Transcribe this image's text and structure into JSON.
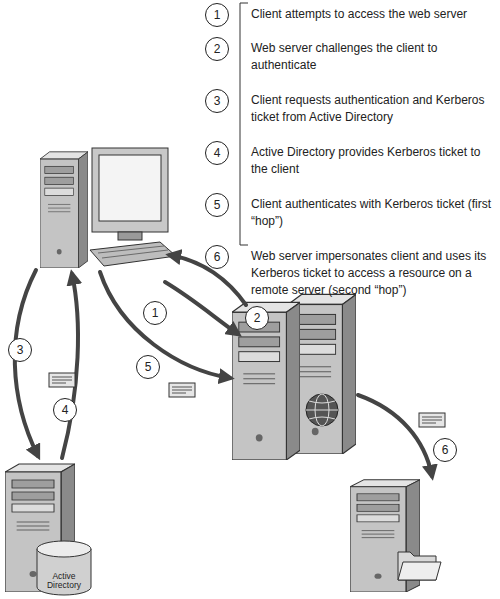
{
  "diagram": {
    "nodes": [
      {
        "text": [
          "1"
        ]
      },
      {
        "text": [
          "2"
        ]
      },
      {
        "text": [
          "3"
        ]
      },
      {
        "text": [
          "4"
        ]
      },
      {
        "text": [
          "5"
        ]
      },
      {
        "text": [
          "6"
        ]
      },
      {
        "text": [
          "1"
        ]
      },
      {
        "text": [
          "2"
        ]
      },
      {
        "text": [
          "3"
        ]
      },
      {
        "text": [
          "5"
        ]
      },
      {
        "text": [
          "4"
        ]
      },
      {
        "text": [
          "6"
        ]
      },
      {
        "text": [
          "Active Directory"
        ]
      }
    ],
    "labels": [
      "Client attempts to access the web server",
      "Web server challenges the client to authenticate",
      "Client requests authentication and Kerberos ticket from Active Directory",
      "Active Directory provides Kerberos ticket to the client",
      "Client authenticates with Kerberos ticket (first “hop”)",
      "Web server impersonates client and uses its Kerberos ticket to access a resource on a remote server (second “hop”)"
    ]
  }
}
